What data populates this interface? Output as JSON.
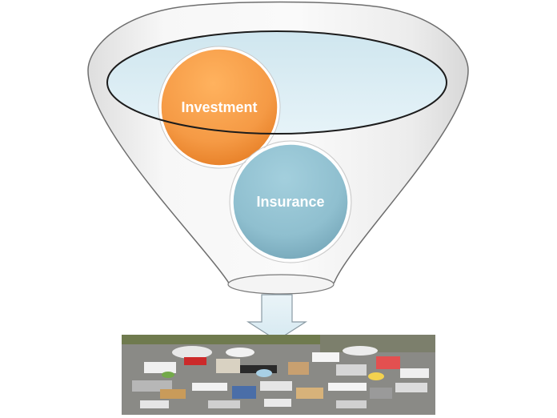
{
  "diagram": {
    "circles": [
      {
        "label": "Investment",
        "color": "#f59a45"
      },
      {
        "label": "Insurance",
        "color": "#8fbfcf"
      }
    ],
    "funnel_rim_color": "#d9ecf3",
    "arrow_color": "#e3f0f6",
    "photo": {
      "subject": "garbage-pile",
      "ground_color": "#8a8a86"
    }
  }
}
